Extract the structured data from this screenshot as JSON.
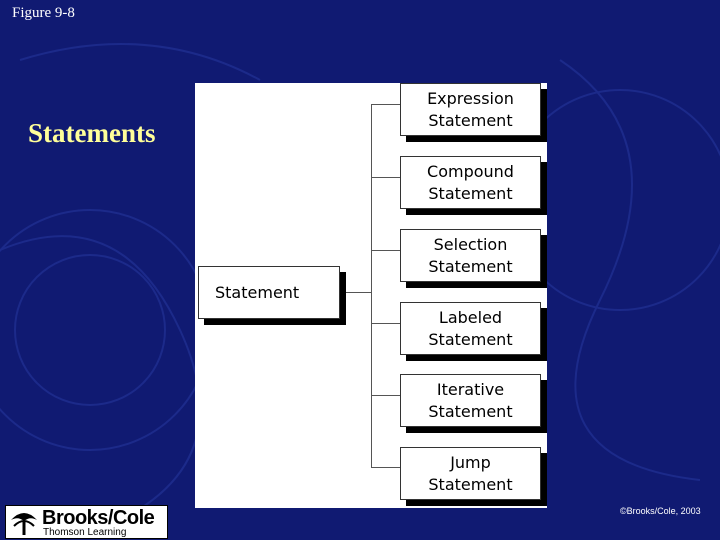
{
  "header": {
    "figure_label": "Figure 9-8"
  },
  "slide": {
    "title": "Statements"
  },
  "diagram": {
    "root": {
      "label": "Statement"
    },
    "children": [
      {
        "line1": "Expression",
        "line2": "Statement"
      },
      {
        "line1": "Compound",
        "line2": "Statement"
      },
      {
        "line1": "Selection",
        "line2": "Statement"
      },
      {
        "line1": "Labeled",
        "line2": "Statement"
      },
      {
        "line1": "Iterative",
        "line2": "Statement"
      },
      {
        "line1": "Jump",
        "line2": "Statement"
      }
    ]
  },
  "footer": {
    "logo_text": "Brooks/Cole",
    "logo_subtext": "Thomson Learning",
    "copyright": "©Brooks/Cole, 2003"
  },
  "colors": {
    "background": "#101a72",
    "title": "#ffff99",
    "panel": "#ffffff"
  }
}
